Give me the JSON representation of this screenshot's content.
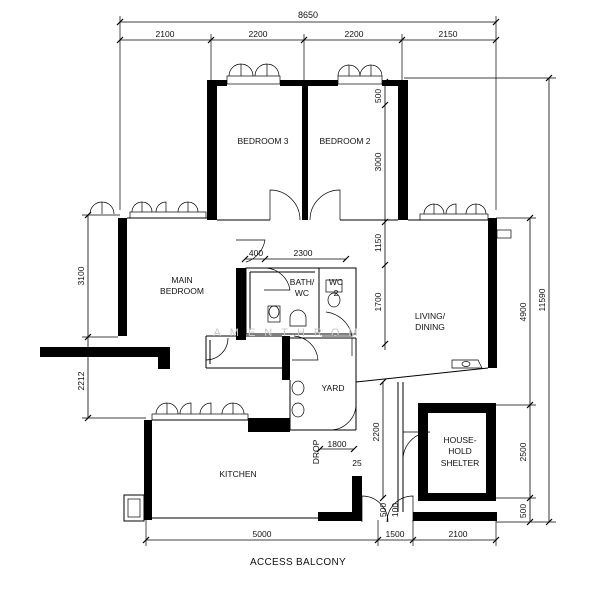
{
  "plan": {
    "rooms": {
      "bedroom3": "BEDROOM 3",
      "bedroom2": "BEDROOM 2",
      "main_bedroom": [
        "MAIN",
        "BEDROOM"
      ],
      "bath_wc": [
        "BATH/",
        "WC"
      ],
      "wc2": [
        "WC",
        "2"
      ],
      "living_dining": [
        "LIVING/",
        "DINING"
      ],
      "yard": "YARD",
      "household_shelter": [
        "HOUSE-",
        "HOLD",
        "SHELTER"
      ],
      "kitchen": "KITCHEN",
      "drop": "DROP"
    },
    "dimensions": {
      "overall_width": "8650",
      "top": [
        "2100",
        "2200",
        "2200",
        "2150"
      ],
      "right_outer": "11590",
      "right_inner_upper": "4900",
      "right_inner_lower": "2500",
      "right_bottom": "500",
      "left_upper": "3100",
      "left_lower": "2212",
      "bedroom_depth_top": "500",
      "bedroom_depth": "3000",
      "corridor_1150": "1150",
      "corridor_1700": "1700",
      "corridor_2200": "2200",
      "corr_400": "400",
      "corr_2300": "2300",
      "yard_1800": "1800",
      "small_25": "25",
      "bottom": [
        "5000",
        "1500",
        "2100"
      ],
      "bottom_vertical": [
        "500",
        "100"
      ]
    },
    "caption": "ACCESS BALCONY",
    "watermark": "AMENTHROM"
  }
}
